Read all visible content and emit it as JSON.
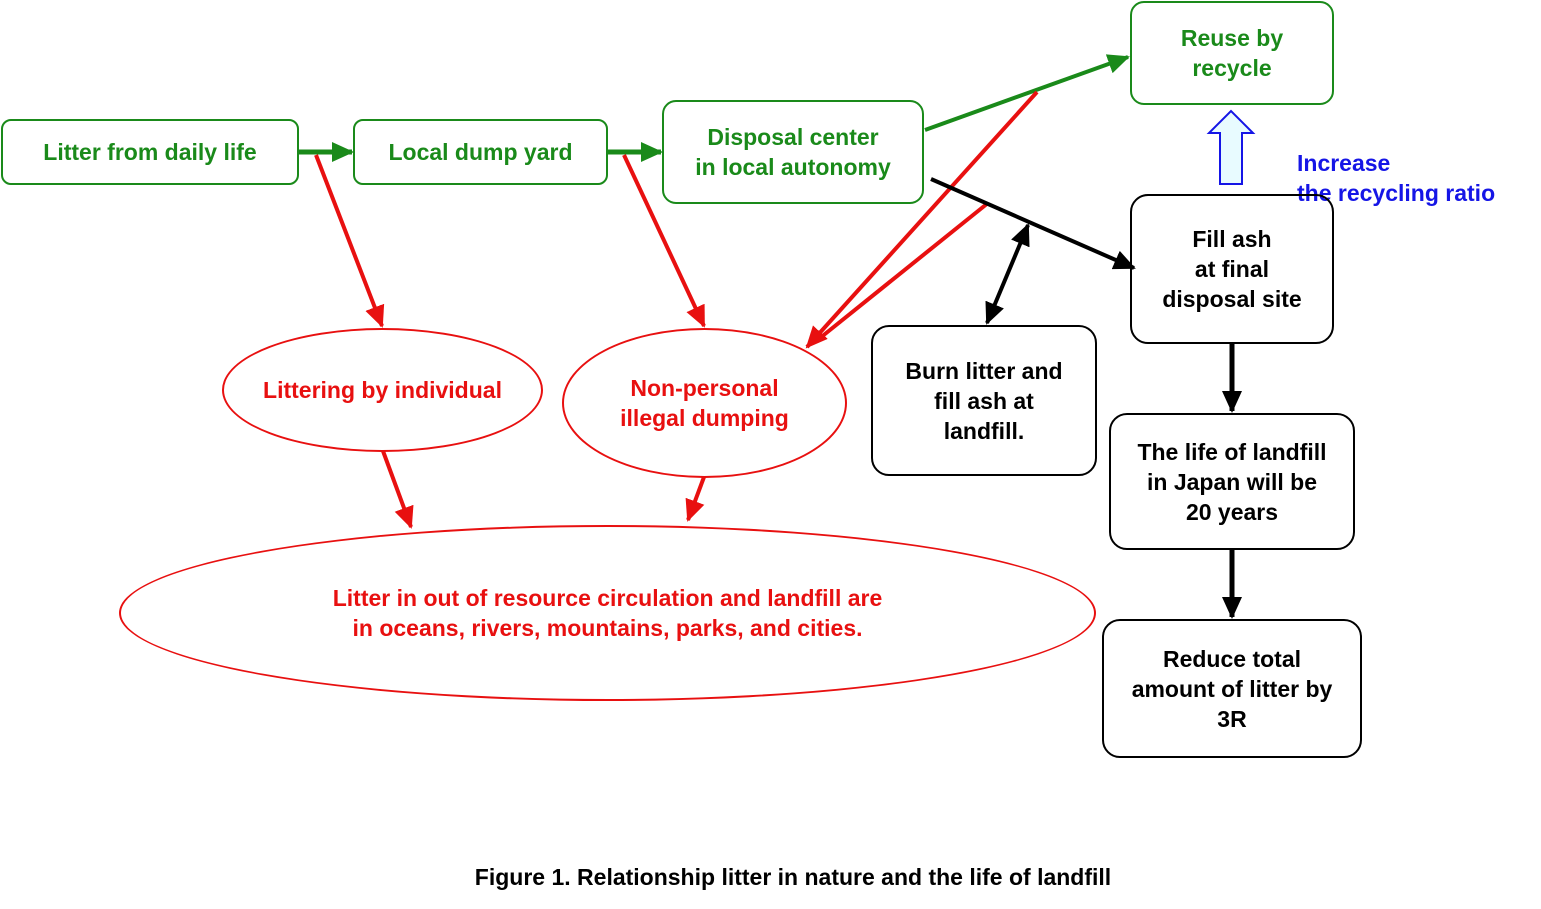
{
  "colors": {
    "green": "#1a8a1a",
    "red": "#e81010",
    "black": "#000000",
    "blue": "#1515e6",
    "hollow_arrow_fill": "#e8fbff"
  },
  "nodes": {
    "litter_daily": "Litter from daily life",
    "local_dump": "Local dump yard",
    "disposal_center": "Disposal center\nin local autonomy",
    "reuse": "Reuse by\nrecycle",
    "fill_ash_final": "Fill ash\nat final\ndisposal site",
    "burn_litter": "Burn litter and\nfill ash at\nlandfill.",
    "life_landfill": "The life of landfill\nin Japan will be\n20 years",
    "reduce": "Reduce total\namount of litter by\n3R",
    "littering_individual": "Littering by individual",
    "non_personal": "Non-personal\nillegal dumping",
    "litter_out": "Litter in out of resource circulation and landfill are\nin oceans, rivers,  mountains, parks, and cities."
  },
  "increase_note": "Increase\nthe recycling ratio",
  "caption": "Figure 1.  Relationship litter in nature and the life of landfill"
}
